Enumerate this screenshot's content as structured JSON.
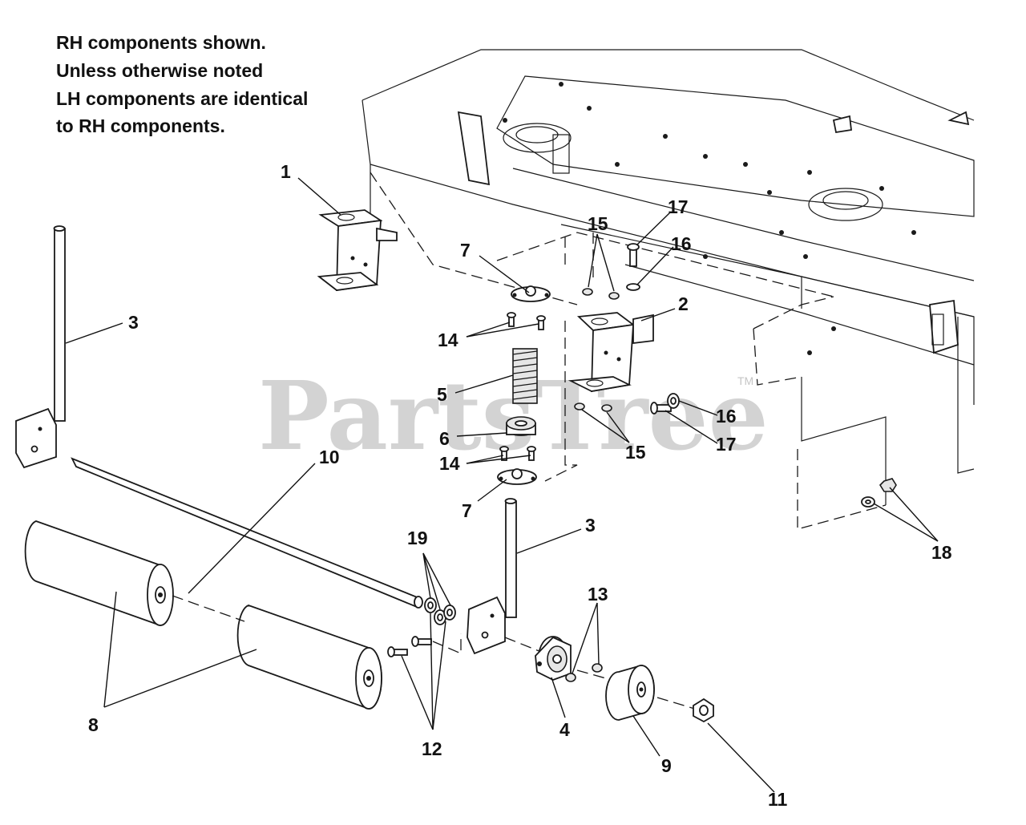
{
  "note": {
    "lines": [
      "RH components shown.",
      "Unless otherwise noted",
      "LH components are identical",
      "to RH components."
    ]
  },
  "watermark": {
    "text": "PartsTree",
    "tm": "TM"
  },
  "callouts": [
    {
      "id": "c1",
      "label": "1"
    },
    {
      "id": "c2",
      "label": "2"
    },
    {
      "id": "c3a",
      "label": "3"
    },
    {
      "id": "c3b",
      "label": "3"
    },
    {
      "id": "c4",
      "label": "4"
    },
    {
      "id": "c5",
      "label": "5"
    },
    {
      "id": "c6",
      "label": "6"
    },
    {
      "id": "c7a",
      "label": "7"
    },
    {
      "id": "c7b",
      "label": "7"
    },
    {
      "id": "c8",
      "label": "8"
    },
    {
      "id": "c9",
      "label": "9"
    },
    {
      "id": "c10",
      "label": "10"
    },
    {
      "id": "c11",
      "label": "11"
    },
    {
      "id": "c12",
      "label": "12"
    },
    {
      "id": "c13",
      "label": "13"
    },
    {
      "id": "c14a",
      "label": "14"
    },
    {
      "id": "c14b",
      "label": "14"
    },
    {
      "id": "c15a",
      "label": "15"
    },
    {
      "id": "c15b",
      "label": "15"
    },
    {
      "id": "c16a",
      "label": "16"
    },
    {
      "id": "c16b",
      "label": "16"
    },
    {
      "id": "c17a",
      "label": "17"
    },
    {
      "id": "c17b",
      "label": "17"
    },
    {
      "id": "c18",
      "label": "18"
    },
    {
      "id": "c19",
      "label": "19"
    }
  ]
}
